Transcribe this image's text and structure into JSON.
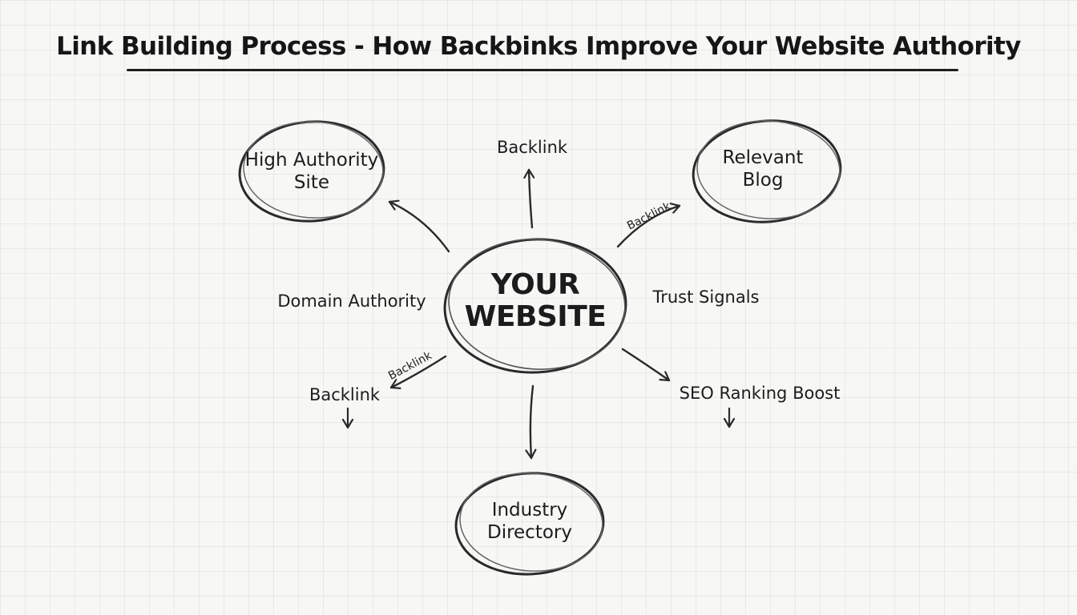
{
  "diagram": {
    "title": "Link Building Process - How Backbinks Improve Your Website Authority",
    "center": {
      "line1": "YOUR",
      "line2": "WEBSITE"
    },
    "nodes": {
      "high_authority_site": {
        "line1": "High Authority",
        "line2": "Site"
      },
      "relevant_blog": {
        "line1": "Relevant",
        "line2": "Blog"
      },
      "industry_directory": {
        "line1": "Industry",
        "line2": "Directory"
      }
    },
    "labels": {
      "backlink_top": "Backlink",
      "backlink_arrow_right": "Backlink",
      "backlink_arrow_left": "Backlink",
      "backlink_left": "Backlink",
      "domain_authority": "Domain Authority",
      "trust_signals": "Trust Signals",
      "seo_ranking_boost": "SEO Ranking Boost"
    },
    "colors": {
      "ink": "#2a2a2a",
      "background": "#f7f7f5",
      "grid": "#e4e4e2"
    }
  }
}
